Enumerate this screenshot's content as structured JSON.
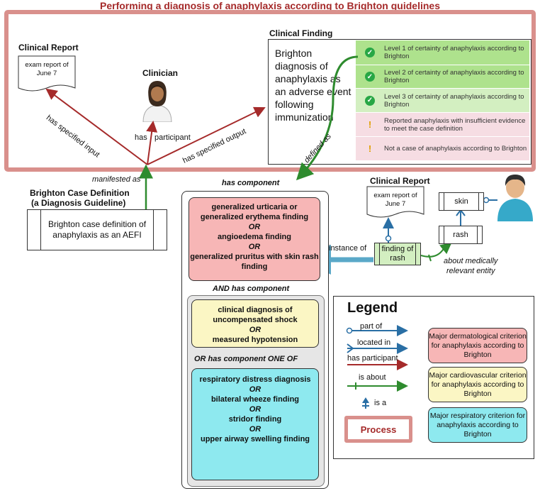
{
  "title": "Performing a diagnosis of anaphylaxis according to Brighton guidelines",
  "top": {
    "clinical_report_label": "Clinical Report",
    "clinical_report_doc": "exam report of June 7",
    "clinician_label": "Clinician",
    "clinical_finding_label": "Clinical Finding",
    "finding_text": "Brighton diagnosis of anaphylaxis as an adverse event following immunization",
    "levels": [
      {
        "text": "Level 1 of certainty of anaphylaxis according to Brighton",
        "icon": "check-icon"
      },
      {
        "text": "Level 2 of certainty of anaphylaxis according to Brighton",
        "icon": "check-icon"
      },
      {
        "text": "Level 3 of certainty of anaphylaxis according to Brighton",
        "icon": "check-icon"
      },
      {
        "text": "Reported anaphylaxis with insufficient evidence to meet the case definition",
        "icon": "warning-icon"
      },
      {
        "text": "Not a case of anaphylaxis according to Brighton",
        "icon": "warning-icon"
      }
    ],
    "edge_has_specified_input": "has specified input",
    "edge_has": "has",
    "edge_participant": "participant",
    "edge_has_specified_output": "has specified output",
    "edge_defined_as": "defined as"
  },
  "left": {
    "manifested_as": "manifested as",
    "case_def_title_1": "Brighton Case Definition",
    "case_def_title_2": "(a Diagnosis Guideline)",
    "case_def_box": "Brighton case definition of anaphylaxis as an AEFI"
  },
  "components": {
    "has_component": "has component",
    "red": [
      "generalized urticaria or generalized erythema finding",
      "OR",
      "angioedema finding",
      "OR",
      "generalized pruritus with skin rash finding"
    ],
    "and_has_component": "AND has component",
    "yellow": [
      "clinical diagnosis of uncompensated shock",
      "OR",
      "measured hypotension"
    ],
    "or_has_component": "OR has component ONE OF",
    "cyan": [
      "respiratory distress diagnosis",
      "OR",
      "bilateral wheeze finding",
      "OR",
      "stridor finding",
      "OR",
      "upper airway swelling finding"
    ]
  },
  "right": {
    "clinical_report_label": "Clinical Report",
    "clinical_report_doc": "exam report of June 7",
    "skin": "skin",
    "rash": "rash",
    "finding_of_rash": "finding of rash",
    "instance_of": "instance of",
    "about_medically": "about medically",
    "relevant_entity": "relevant entity"
  },
  "legend": {
    "title": "Legend",
    "part_of": "part of",
    "located_in": "located in",
    "has_participant": "has participant",
    "is_about": "is about",
    "is_a": "is a",
    "process": "Process",
    "crit_red": "Major dermatological criterion for anaphylaxis according to Brighton",
    "crit_yellow": "Major cardiovascular criterion for anaphylaxis according to Brighton",
    "crit_cyan": "Major respiratory criterion for anaphylaxis according to Brighton"
  },
  "colors": {
    "process_border": "#d9908c",
    "red_arrow": "#a52a2a",
    "green_arrow": "#2e8b2e",
    "blue_arrow": "#2a6fa5",
    "criterion_red": "#f7b6b6",
    "criterion_yellow": "#fbf6c4",
    "criterion_cyan": "#8ee9ef"
  }
}
